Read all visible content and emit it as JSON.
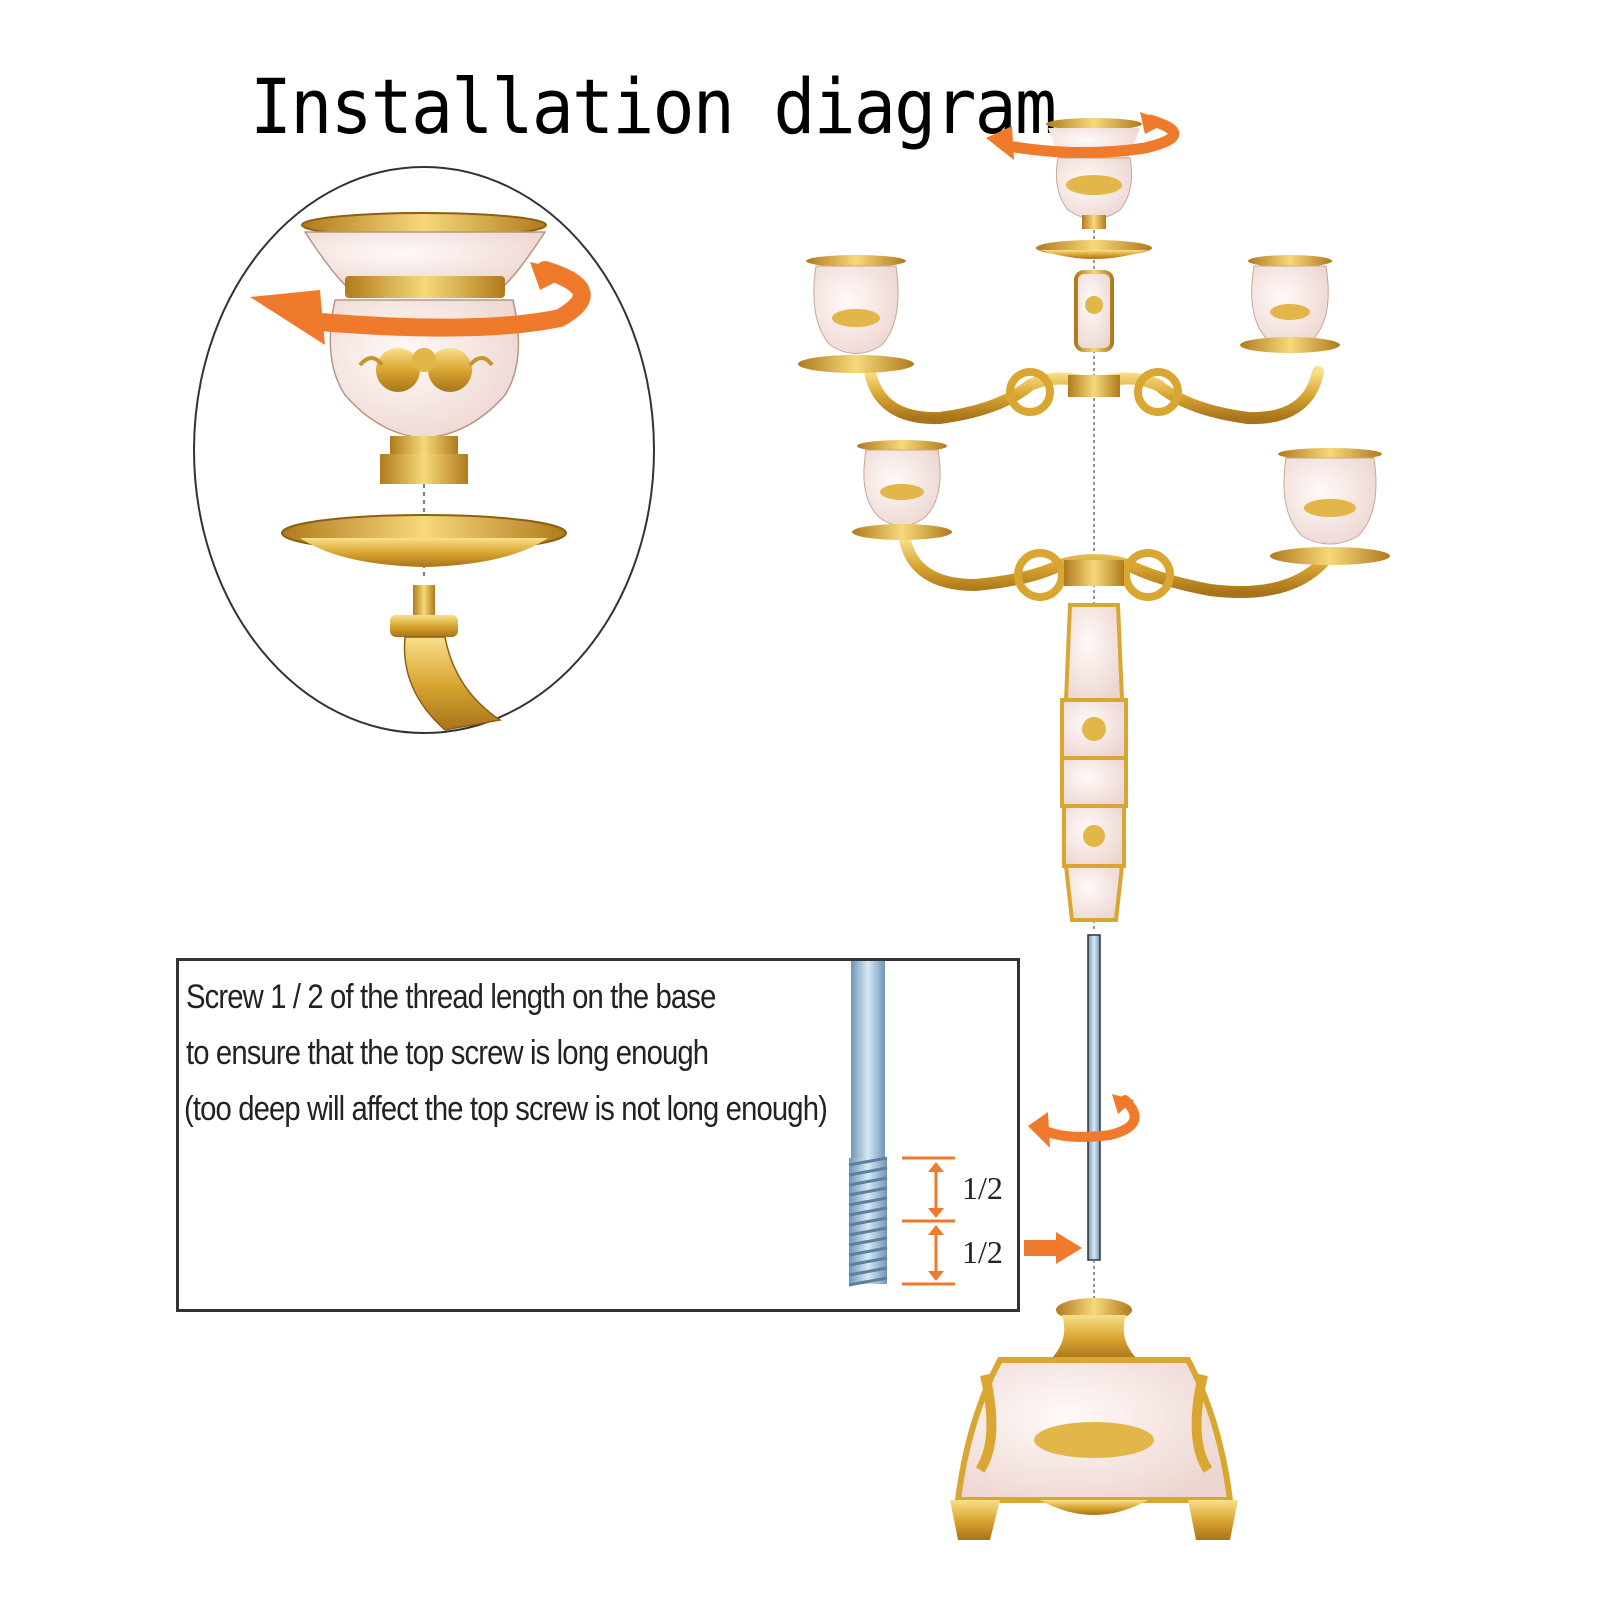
{
  "title": "Installation diagram",
  "note": {
    "lines": [
      "Screw 1 / 2 of the thread length on the base",
      " to ensure that the top screw is long enough",
      "(too deep will affect the top screw is not long enough)"
    ]
  },
  "thread_labels": {
    "upper": "1/2",
    "lower": "1/2"
  },
  "colors": {
    "accent_orange": "#f07a2c",
    "gold": "#d9a632",
    "porcelain": "#f6e6e2",
    "outline": "#333333",
    "screw_blue": "#8fb6d2"
  },
  "icons": [
    "rotate-arrow-icon",
    "push-arrow-icon"
  ]
}
